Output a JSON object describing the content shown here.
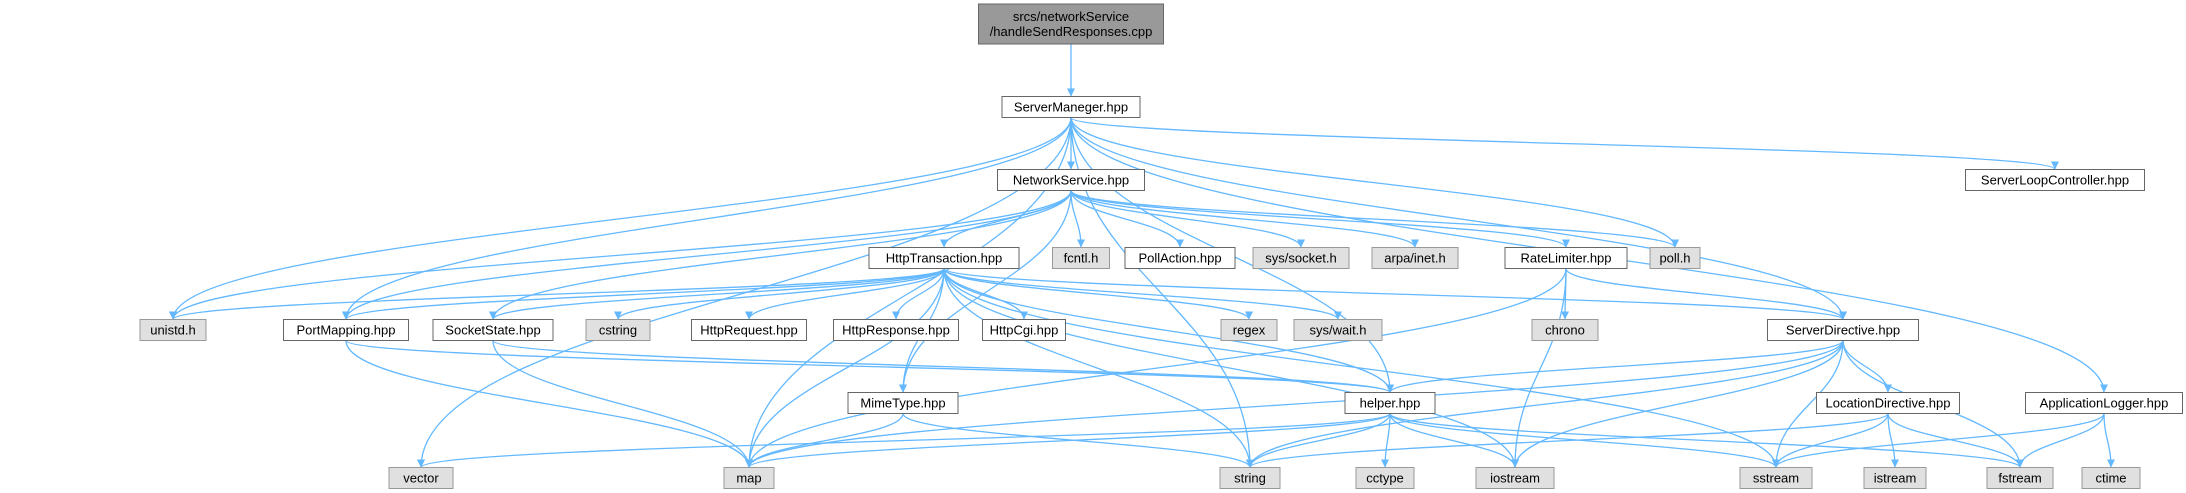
{
  "colors": {
    "edge": "#63B8FF",
    "root_fill": "#999999",
    "root_stroke": "#666666",
    "project_fill": "#FFFFFF",
    "project_stroke": "#666666",
    "system_fill": "#E0E0E0",
    "system_stroke": "#999999",
    "text": "#000000"
  },
  "nodes": [
    {
      "id": "root",
      "kind": "root",
      "lines": [
        "srcs/networkService",
        "/handleSendResponses.cpp"
      ]
    },
    {
      "id": "servermaneger",
      "kind": "project",
      "lines": [
        "ServerManeger.hpp"
      ]
    },
    {
      "id": "networkservice",
      "kind": "project",
      "lines": [
        "NetworkService.hpp"
      ]
    },
    {
      "id": "serverloopcontroller",
      "kind": "project",
      "lines": [
        "ServerLoopController.hpp"
      ]
    },
    {
      "id": "httptransaction",
      "kind": "project",
      "lines": [
        "HttpTransaction.hpp"
      ]
    },
    {
      "id": "fcntl",
      "kind": "system",
      "lines": [
        "fcntl.h"
      ]
    },
    {
      "id": "pollaction",
      "kind": "project",
      "lines": [
        "PollAction.hpp"
      ]
    },
    {
      "id": "syssocket",
      "kind": "system",
      "lines": [
        "sys/socket.h"
      ]
    },
    {
      "id": "arpainet",
      "kind": "system",
      "lines": [
        "arpa/inet.h"
      ]
    },
    {
      "id": "ratelimiter",
      "kind": "project",
      "lines": [
        "RateLimiter.hpp"
      ]
    },
    {
      "id": "poll",
      "kind": "system",
      "lines": [
        "poll.h"
      ]
    },
    {
      "id": "unistd",
      "kind": "system",
      "lines": [
        "unistd.h"
      ]
    },
    {
      "id": "portmapping",
      "kind": "project",
      "lines": [
        "PortMapping.hpp"
      ]
    },
    {
      "id": "socketstate",
      "kind": "project",
      "lines": [
        "SocketState.hpp"
      ]
    },
    {
      "id": "cstring",
      "kind": "system",
      "lines": [
        "cstring"
      ]
    },
    {
      "id": "httprequest",
      "kind": "project",
      "lines": [
        "HttpRequest.hpp"
      ]
    },
    {
      "id": "httpresponse",
      "kind": "project",
      "lines": [
        "HttpResponse.hpp"
      ]
    },
    {
      "id": "httpcgi",
      "kind": "project",
      "lines": [
        "HttpCgi.hpp"
      ]
    },
    {
      "id": "regex",
      "kind": "system",
      "lines": [
        "regex"
      ]
    },
    {
      "id": "syswait",
      "kind": "system",
      "lines": [
        "sys/wait.h"
      ]
    },
    {
      "id": "chrono",
      "kind": "system",
      "lines": [
        "chrono"
      ]
    },
    {
      "id": "serverdirective",
      "kind": "project",
      "lines": [
        "ServerDirective.hpp"
      ]
    },
    {
      "id": "mimetype",
      "kind": "project",
      "lines": [
        "MimeType.hpp"
      ]
    },
    {
      "id": "helper",
      "kind": "project",
      "lines": [
        "helper.hpp"
      ]
    },
    {
      "id": "locationdirective",
      "kind": "project",
      "lines": [
        "LocationDirective.hpp"
      ]
    },
    {
      "id": "applicationlogger",
      "kind": "project",
      "lines": [
        "ApplicationLogger.hpp"
      ]
    },
    {
      "id": "vector",
      "kind": "system",
      "lines": [
        "vector"
      ]
    },
    {
      "id": "map",
      "kind": "system",
      "lines": [
        "map"
      ]
    },
    {
      "id": "string",
      "kind": "system",
      "lines": [
        "string"
      ]
    },
    {
      "id": "cctype",
      "kind": "system",
      "lines": [
        "cctype"
      ]
    },
    {
      "id": "iostream",
      "kind": "system",
      "lines": [
        "iostream"
      ]
    },
    {
      "id": "sstream",
      "kind": "system",
      "lines": [
        "sstream"
      ]
    },
    {
      "id": "istream",
      "kind": "system",
      "lines": [
        "istream"
      ]
    },
    {
      "id": "fstream",
      "kind": "system",
      "lines": [
        "fstream"
      ]
    },
    {
      "id": "ctime",
      "kind": "system",
      "lines": [
        "ctime"
      ]
    }
  ],
  "edges": [
    [
      "root",
      "servermaneger"
    ],
    [
      "servermaneger",
      "networkservice"
    ],
    [
      "servermaneger",
      "serverloopcontroller"
    ],
    [
      "servermaneger",
      "poll"
    ],
    [
      "servermaneger",
      "unistd"
    ],
    [
      "servermaneger",
      "portmapping"
    ],
    [
      "servermaneger",
      "serverdirective"
    ],
    [
      "servermaneger",
      "helper"
    ],
    [
      "servermaneger",
      "applicationlogger"
    ],
    [
      "servermaneger",
      "vector"
    ],
    [
      "servermaneger",
      "map"
    ],
    [
      "servermaneger",
      "string"
    ],
    [
      "networkservice",
      "httptransaction"
    ],
    [
      "networkservice",
      "fcntl"
    ],
    [
      "networkservice",
      "pollaction"
    ],
    [
      "networkservice",
      "syssocket"
    ],
    [
      "networkservice",
      "arpainet"
    ],
    [
      "networkservice",
      "ratelimiter"
    ],
    [
      "networkservice",
      "poll"
    ],
    [
      "networkservice",
      "unistd"
    ],
    [
      "networkservice",
      "portmapping"
    ],
    [
      "networkservice",
      "socketstate"
    ],
    [
      "networkservice",
      "mimetype"
    ],
    [
      "httptransaction",
      "unistd"
    ],
    [
      "httptransaction",
      "portmapping"
    ],
    [
      "httptransaction",
      "socketstate"
    ],
    [
      "httptransaction",
      "cstring"
    ],
    [
      "httptransaction",
      "httprequest"
    ],
    [
      "httptransaction",
      "httpresponse"
    ],
    [
      "httptransaction",
      "httpcgi"
    ],
    [
      "httptransaction",
      "regex"
    ],
    [
      "httptransaction",
      "syswait"
    ],
    [
      "httptransaction",
      "serverdirective"
    ],
    [
      "httptransaction",
      "mimetype"
    ],
    [
      "httptransaction",
      "helper"
    ],
    [
      "httptransaction",
      "map"
    ],
    [
      "httptransaction",
      "string"
    ],
    [
      "httptransaction",
      "iostream"
    ],
    [
      "httptransaction",
      "sstream"
    ],
    [
      "ratelimiter",
      "chrono"
    ],
    [
      "ratelimiter",
      "serverdirective"
    ],
    [
      "ratelimiter",
      "map"
    ],
    [
      "ratelimiter",
      "iostream"
    ],
    [
      "portmapping",
      "helper"
    ],
    [
      "portmapping",
      "map"
    ],
    [
      "socketstate",
      "helper"
    ],
    [
      "socketstate",
      "map"
    ],
    [
      "serverdirective",
      "helper"
    ],
    [
      "serverdirective",
      "locationdirective"
    ],
    [
      "serverdirective",
      "map"
    ],
    [
      "serverdirective",
      "string"
    ],
    [
      "serverdirective",
      "iostream"
    ],
    [
      "serverdirective",
      "sstream"
    ],
    [
      "serverdirective",
      "fstream"
    ],
    [
      "mimetype",
      "map"
    ],
    [
      "mimetype",
      "string"
    ],
    [
      "helper",
      "vector"
    ],
    [
      "helper",
      "map"
    ],
    [
      "helper",
      "string"
    ],
    [
      "helper",
      "cctype"
    ],
    [
      "helper",
      "iostream"
    ],
    [
      "helper",
      "sstream"
    ],
    [
      "helper",
      "fstream"
    ],
    [
      "locationdirective",
      "string"
    ],
    [
      "locationdirective",
      "sstream"
    ],
    [
      "locationdirective",
      "istream"
    ],
    [
      "locationdirective",
      "fstream"
    ],
    [
      "applicationlogger",
      "sstream"
    ],
    [
      "applicationlogger",
      "fstream"
    ],
    [
      "applicationlogger",
      "ctime"
    ]
  ]
}
